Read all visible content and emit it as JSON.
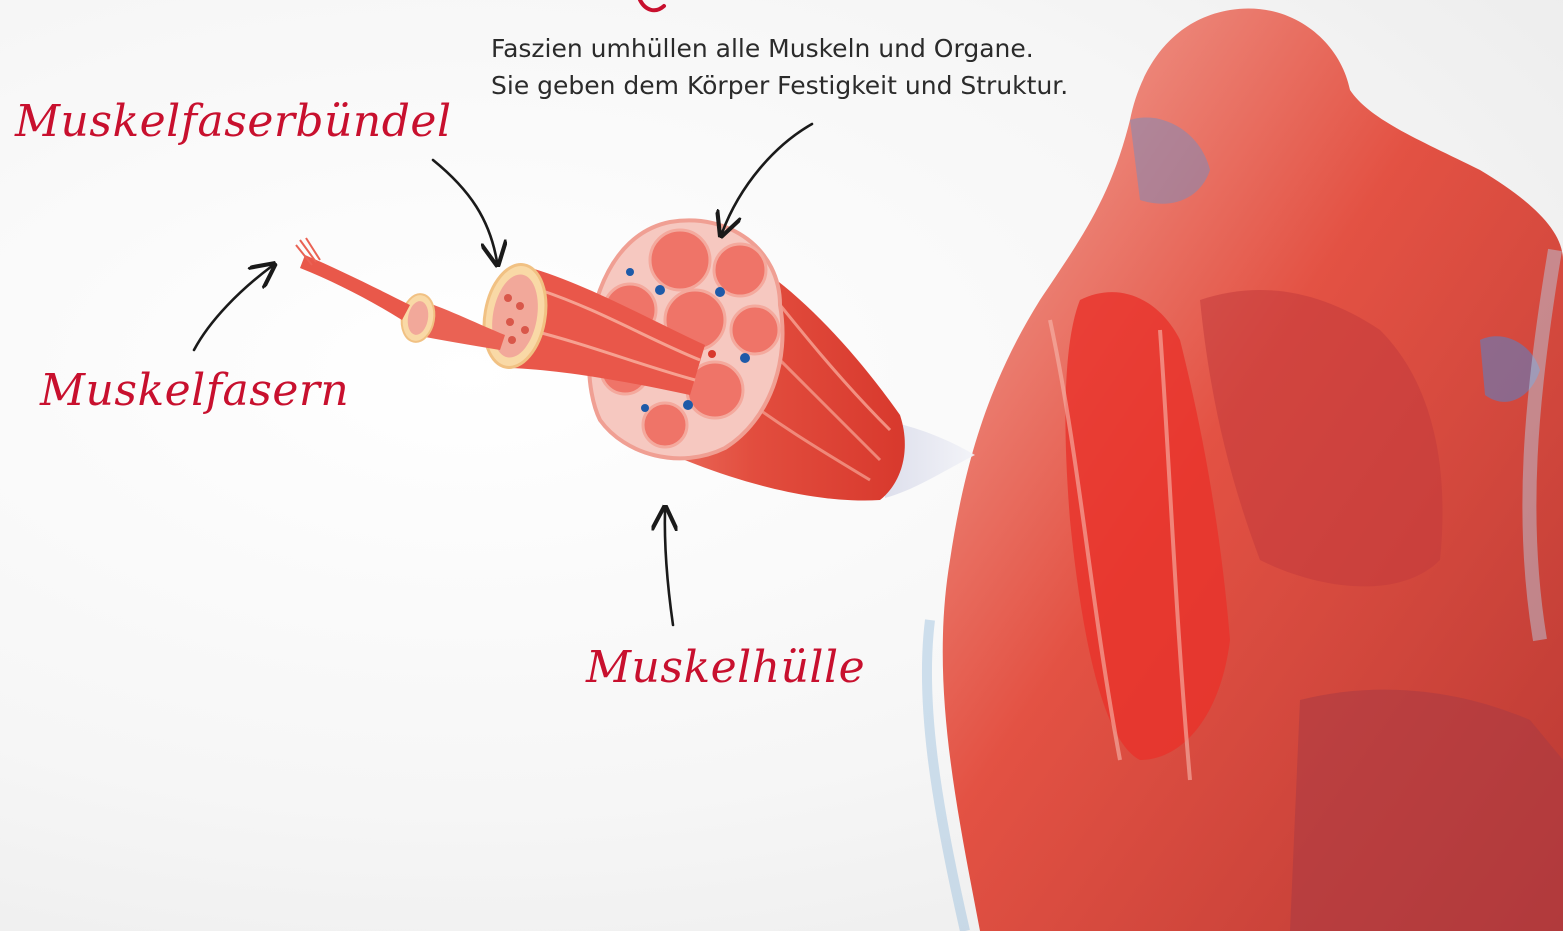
{
  "caption": {
    "line1": "Faszien umhüllen alle Muskeln und Organe.",
    "line2": "Sie geben dem Körper Festigkeit und Struktur."
  },
  "labels": {
    "muscle_fiber_bundle": "Muskelfaserbündel",
    "muscle_fibers": "Muskelfasern",
    "muscle_sheath": "Muskelhülle"
  },
  "colors": {
    "label_red": "#c8102e",
    "muscle_red": "#e64c3c",
    "muscle_light": "#f49a8a",
    "fascia_pink": "#f6c8c0",
    "vessel_blue": "#1e5aa8",
    "caption_text": "#2b2b2b"
  }
}
